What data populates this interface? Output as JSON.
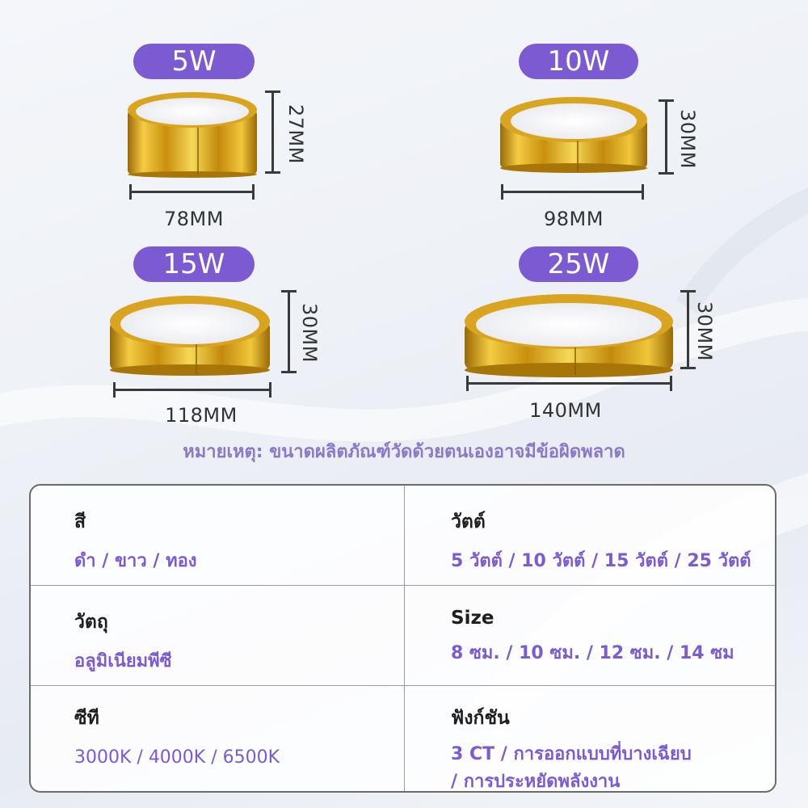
{
  "products": [
    {
      "watt": "5W",
      "width": "78MM",
      "height": "27MM"
    },
    {
      "watt": "10W",
      "width": "98MM",
      "height": "30MM"
    },
    {
      "watt": "15W",
      "width": "118MM",
      "height": "30MM"
    },
    {
      "watt": "25W",
      "width": "140MM",
      "height": "30MM"
    }
  ],
  "note": "หมายเหตุ: ขนาดผลิตภัณฑ์วัดด้วยตนเองอาจมีข้อผิดพลาด",
  "specs": {
    "color": {
      "label": "สี",
      "value": "ดำ / ขาว / ทอง"
    },
    "watt": {
      "label": "วัตต์",
      "value": "5 วัตต์ / 10 วัตต์ / 15 วัตต์ / 25 วัตต์"
    },
    "material": {
      "label": "วัตถุ",
      "value": "อลูมิเนียมพีซี"
    },
    "size": {
      "label": "Size",
      "value": "8 ซม. / 10 ซม. / 12 ซม. / 14 ซม"
    },
    "cct": {
      "label": "ซีที",
      "value": "3000K / 4000K / 6500K"
    },
    "function": {
      "label": "ฟังก์ชัน",
      "value_line1": "3 CT / การออกแบบที่บางเฉียบ",
      "value_line2": "/ การประหยัดพลังงาน"
    }
  },
  "colors": {
    "accent": "#7b5ad2",
    "gold": "#d4a017",
    "note": "#8b78c8"
  }
}
